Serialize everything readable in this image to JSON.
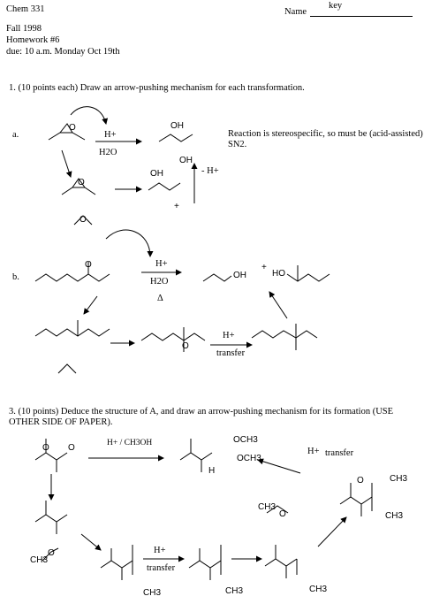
{
  "header": {
    "course": "Chem 331",
    "name_label": "Name",
    "name_value": "key",
    "term": "Fall  1998",
    "assignment": "Homework #6",
    "due": "due:  10 a.m. Monday Oct 19th"
  },
  "q1": {
    "prompt": "1. (10 points each) Draw an arrow-pushing mechanism for each transformation.",
    "part_a": {
      "label": "a.",
      "reagent_top": "H+",
      "reagent_bottom": "H2O",
      "note_line1": "Reaction is stereospecific, so must be (acid-assisted)",
      "note_line2": "SN2.",
      "deprotonation": "- H+",
      "oh_label": "OH",
      "plus": "+"
    },
    "part_b": {
      "label": "b.",
      "reagent_top": "H+",
      "reagent_mid": "H2O",
      "reagent_bottom": "Δ",
      "product_alcohol": "OH",
      "product_acid": "HO",
      "plus": "+",
      "transfer_top": "H+",
      "transfer_bottom": "transfer"
    }
  },
  "q3": {
    "prompt_line1": "3. (10 points)  Deduce the structure of A, and draw an arrow-pushing mechanism for its formation (USE",
    "prompt_line2": "OTHER SIDE OF PAPER).",
    "reagent": "H+ / CH3OH",
    "product_och3_top": "OCH3",
    "product_och3_bottom": "OCH3",
    "h_label": "H",
    "transfer_right_top": "H+",
    "transfer_right_bottom": "transfer",
    "transfer_mid_top": "H+",
    "transfer_mid_bottom": "transfer",
    "methanol": "CH3",
    "o_label": "O",
    "ch3_label": "CH3"
  }
}
